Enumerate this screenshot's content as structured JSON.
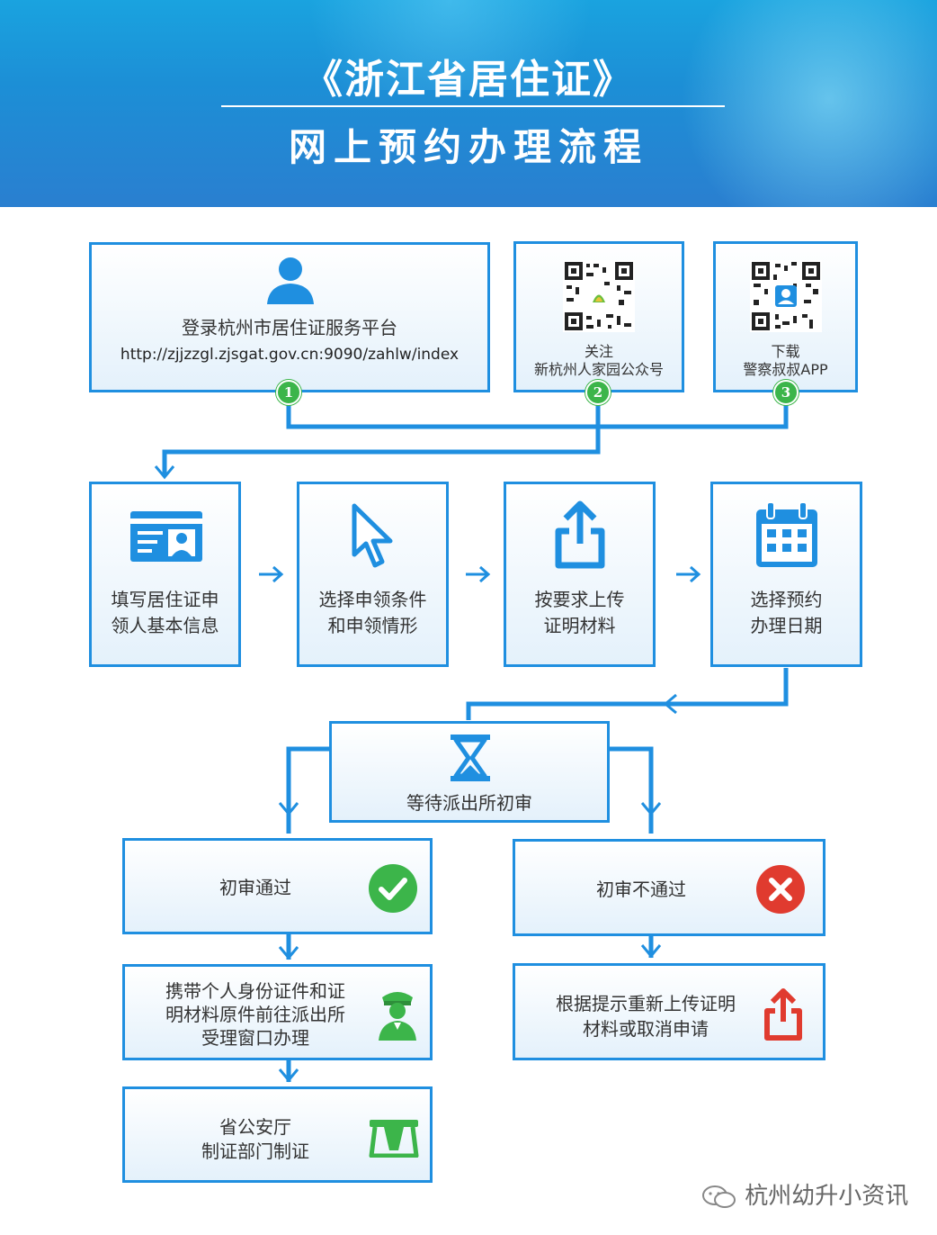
{
  "header": {
    "title_line1": "《浙江省居住证》",
    "title_line2": "网上预约办理流程"
  },
  "step1": {
    "label": "登录杭州市居住证服务平台",
    "url": "http://zjjzzgl.zjsgat.gov.cn:9090/zahlw/index",
    "badge": "1"
  },
  "step2": {
    "label_line1": "关注",
    "label_line2": "新杭州人家园公众号",
    "badge": "2"
  },
  "step3": {
    "label_line1": "下载",
    "label_line2": "警察叔叔APP",
    "badge": "3"
  },
  "flow": [
    {
      "line1": "填写居住证申",
      "line2": "领人基本信息"
    },
    {
      "line1": "选择申领条件",
      "line2": "和申领情形"
    },
    {
      "line1": "按要求上传",
      "line2": "证明材料"
    },
    {
      "line1": "选择预约",
      "line2": "办理日期"
    }
  ],
  "review": {
    "label": "等待派出所初审"
  },
  "pass": {
    "label": "初审通过"
  },
  "fail": {
    "label": "初审不通过"
  },
  "bring": {
    "line1": "携带个人身份证件和证",
    "line2": "明材料原件前往派出所",
    "line3": "受理窗口办理"
  },
  "reupload": {
    "line1": "根据提示重新上传证明",
    "line2": "材料或取消申请"
  },
  "produce": {
    "line1": "省公安厅",
    "line2": "制证部门制证"
  },
  "watermark": "杭州幼升小资讯",
  "colors": {
    "primary": "#1f8fe0",
    "success": "#3cb54a",
    "danger": "#e03b2f"
  }
}
